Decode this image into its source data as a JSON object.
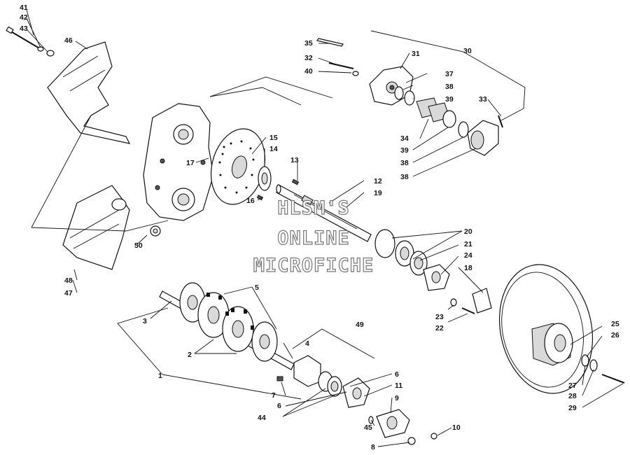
{
  "watermark": {
    "line1": "HLSM'S",
    "line2": "ONLINE",
    "line3": "MICROFICHE"
  },
  "labels": {
    "l41": "41",
    "l42": "42",
    "l43": "43",
    "l46": "46",
    "l35": "35",
    "l32": "32",
    "l40": "40",
    "l31": "31",
    "l30": "30",
    "l37": "37",
    "l38a": "38",
    "l39a": "39",
    "l33": "33",
    "l34": "34",
    "l39b": "39",
    "l38b": "38",
    "l38c": "38",
    "l15": "15",
    "l14": "14",
    "l17": "17",
    "l13": "13",
    "l16": "16",
    "l12": "12",
    "l19": "19",
    "l50": "50",
    "l48": "48",
    "l47": "47",
    "l20": "20",
    "l21": "21",
    "l24": "24",
    "l18": "18",
    "l23": "23",
    "l22": "22",
    "l5": "5",
    "l3": "3",
    "l2": "2",
    "l1": "1",
    "l4": "4",
    "l49": "49",
    "l7": "7",
    "l6a": "6",
    "l6b": "6",
    "l11": "11",
    "l9": "9",
    "l44": "44",
    "l45": "45",
    "l8": "8",
    "l10": "10",
    "l25": "25",
    "l26": "26",
    "l27": "27",
    "l28": "28",
    "l29": "29"
  }
}
